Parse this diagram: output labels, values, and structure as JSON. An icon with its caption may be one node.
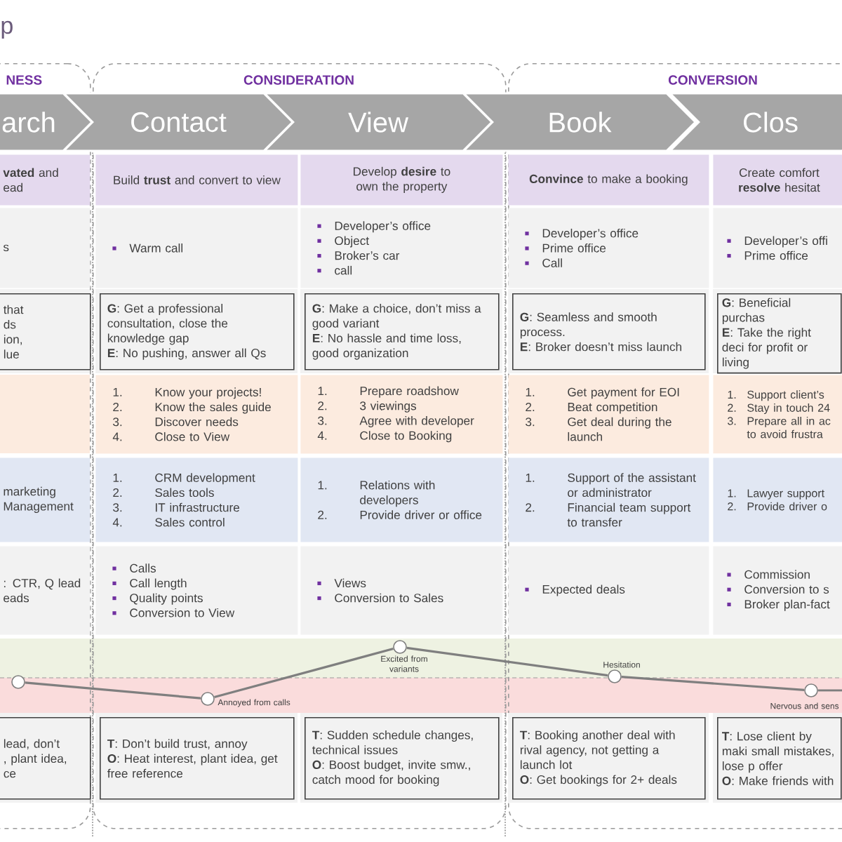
{
  "diagram": {
    "title": "p",
    "nodes": [
      {
        "text": [
          "NESS"
        ]
      },
      {
        "text": [
          "CONSIDERATION"
        ]
      },
      {
        "text": [
          "CONVERSION"
        ]
      },
      {
        "text": [
          "arch"
        ],
        "in": 0
      },
      {
        "text": [
          "Contact"
        ],
        "in": 1
      },
      {
        "text": [
          "View"
        ],
        "in": 1
      },
      {
        "text": [
          "Book"
        ],
        "in": 2
      },
      {
        "text": [
          "Clos"
        ],
        "in": 2
      },
      {
        "text": [
          "**vated** and",
          "ead"
        ],
        "in": 0
      },
      {
        "text": [
          "Build **trust** and convert to view"
        ],
        "in": 1
      },
      {
        "text": [
          "Develop **desire** to own the property"
        ],
        "in": 1
      },
      {
        "text": [
          "**Convince** to make a booking"
        ],
        "in": 2
      },
      {
        "text": [
          "Create comfort **resolve** hesitat"
        ],
        "in": 2
      },
      {
        "text": [
          "s"
        ],
        "in": 0
      },
      {
        "text": [
          "Warm call"
        ],
        "in": 1
      },
      {
        "text": [
          "Developer’s office",
          "Object",
          "Broker’s car",
          "call"
        ],
        "in": 1
      },
      {
        "text": [
          "Developer’s office",
          "Prime office",
          "Call"
        ],
        "in": 2
      },
      {
        "text": [
          "Developer’s offi",
          "Prime office"
        ],
        "in": 2
      },
      {
        "text": [
          "that",
          "ds",
          "ion,",
          "lue"
        ],
        "in": 0
      },
      {
        "text": [
          "**G**: Get a professional consultation, close the knowledge gap",
          "**E**: No pushing, answer all Qs"
        ],
        "in": 1
      },
      {
        "text": [
          "**G**: Make a choice, don’t miss a good variant",
          "**E**: No hassle and time loss, good organization"
        ],
        "in": 1
      },
      {
        "text": [
          "**G**: Seamless and smooth process.",
          "**E**: Broker doesn’t miss launch"
        ],
        "in": 2
      },
      {
        "text": [
          "**G**: Beneficial purchas",
          "**E**: Take the right deci for profit or living"
        ],
        "in": 2
      },
      {
        "text": [
          "1.",
          "Know your projects!",
          "2.",
          "Know the sales guide",
          "3.",
          "Discover needs",
          "4.",
          "Close to View"
        ],
        "in": 1
      },
      {
        "text": [
          "1.",
          "Prepare roadshow",
          "2.",
          "3 viewings",
          "3.",
          "Agree with developer",
          "4.",
          "Close to Booking"
        ],
        "in": 1
      },
      {
        "text": [
          "1.",
          "Get payment for EOI",
          "2.",
          "Beat competition",
          "3.",
          "Get deal during the launch"
        ],
        "in": 2
      },
      {
        "text": [
          "1.",
          "Support client’s",
          "2.",
          "Stay in touch 24",
          "3.",
          "Prepare all in ac to avoid frustra"
        ],
        "in": 2
      },
      {
        "text": [
          "marketing",
          "Management"
        ],
        "in": 0
      },
      {
        "text": [
          "1.",
          "CRM development",
          "2.",
          "Sales tools",
          "3.",
          "IT infrastructure",
          "4.",
          "Sales control"
        ],
        "in": 1
      },
      {
        "text": [
          "1.",
          "Relations with developers",
          "2.",
          "Provide driver or office"
        ],
        "in": 1
      },
      {
        "text": [
          "1.",
          "Support of the assistant or administrator",
          "2.",
          "Financial team support to transfer"
        ],
        "in": 2
      },
      {
        "text": [
          "1.",
          "Lawyer support",
          "2.",
          "Provide driver o"
        ],
        "in": 2
      },
      {
        "text": [
          ": CTR, Q lead",
          "eads"
        ],
        "in": 0
      },
      {
        "text": [
          "Calls",
          "Call length",
          "Quality points",
          "Conversion to View"
        ],
        "in": 1
      },
      {
        "text": [
          "Views",
          "Conversion to Sales"
        ],
        "in": 1
      },
      {
        "text": [
          "Expected deals"
        ],
        "in": 2
      },
      {
        "text": [
          "Commission",
          "Conversion to s",
          "Broker plan-fact"
        ],
        "in": 2
      },
      {
        "text": [],
        "shape": "circle",
        "in": 0
      },
      {
        "text": [],
        "shape": "circle",
        "in": 1,
        "beside": [
          "Annoyed from calls"
        ]
      },
      {
        "text": [],
        "shape": "circle",
        "in": 1,
        "beside": [
          "Excited from variants"
        ]
      },
      {
        "text": [],
        "shape": "circle",
        "in": 2,
        "beside": [
          "Hesitation"
        ]
      },
      {
        "text": [],
        "shape": "circle",
        "in": 2,
        "beside": [
          "Nervous and sens"
        ]
      },
      {
        "text": [
          "lead, don’t",
          ", plant idea,",
          "ce"
        ],
        "in": 0
      },
      {
        "text": [
          "**T**: Don’t build trust, annoy",
          "**O**: Heat interest, plant idea, get free reference"
        ],
        "in": 1
      },
      {
        "text": [
          "**T**: Sudden schedule changes, technical issues",
          "**O**: Boost budget, invite smw., catch mood for booking"
        ],
        "in": 1
      },
      {
        "text": [
          "**T**: Booking another deal with rival agency, not getting a launch lot",
          "**O**: Get bookings for 2+ deals"
        ],
        "in": 2
      },
      {
        "text": [
          "**T**: Lose client by maki small mistakes, lose p offer",
          "**O**: Make friends with"
        ],
        "in": 2
      }
    ],
    "edges": [
      {
        "from": 37,
        "to": 38,
        "arrow": "none"
      },
      {
        "from": 38,
        "to": 39,
        "arrow": "none"
      },
      {
        "from": 39,
        "to": 40,
        "arrow": "none"
      },
      {
        "from": 40,
        "to": 41,
        "arrow": "none"
      },
      {
        "from": 41,
        "to": null,
        "arrow": "none"
      }
    ]
  }
}
